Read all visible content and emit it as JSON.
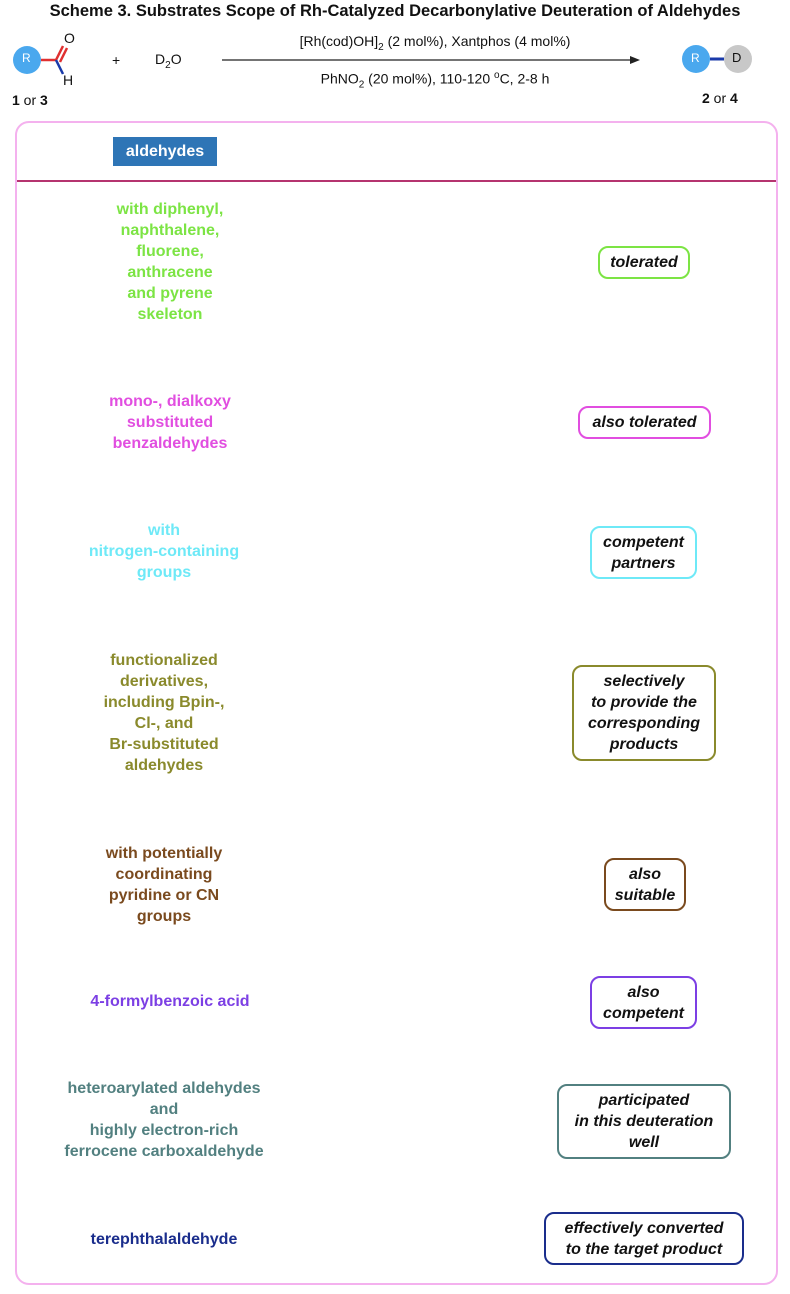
{
  "title": "Scheme 3. Substrates Scope of Rh-Catalyzed Decarbonylative Deuteration of Aldehydes",
  "scheme": {
    "r_label": "R",
    "o_label": "O",
    "h_label": "H",
    "plus": "+",
    "d2o": {
      "base": "D",
      "sub": "2",
      "tail": "O"
    },
    "conditions_top": {
      "a": "[Rh(cod)OH]",
      "a_sub": "2",
      "b": " (2 mol%), Xantphos (4 mol%)"
    },
    "conditions_bottom": {
      "a": "PhNO",
      "a_sub": "2",
      "b": " (20 mol%), 110-120 ",
      "deg": "o",
      "c": "C, 2-8 h"
    },
    "reactant": {
      "n1": "1",
      "or": " or ",
      "n2": "3"
    },
    "product": {
      "n1": "2",
      "or": " or ",
      "n2": "4"
    },
    "product_r": "R",
    "product_d": "D"
  },
  "table": {
    "header": "aldehydes",
    "rows": [
      {
        "substrate": "with diphenyl,\nnaphthalene,\nfluorene,\nanthracene\nand pyrene\nskeleton",
        "result": "tolerated",
        "color": "#7ce444"
      },
      {
        "substrate": "mono-, dialkoxy\nsubstituted\nbenzaldehydes",
        "result": "also tolerated",
        "color": "#e14ee0"
      },
      {
        "substrate": "with\nnitrogen-containing\ngroups",
        "result": "competent\npartners",
        "color": "#6ee9f7"
      },
      {
        "substrate": "functionalized\nderivatives,\nincluding Bpin-,\nCl-, and\nBr-substituted\naldehydes",
        "result": "selectively\nto provide the\ncorresponding\nproducts",
        "color": "#8a8a2c"
      },
      {
        "substrate": "with potentially\ncoordinating\npyridine or CN\ngroups",
        "result": "also\nsuitable",
        "color": "#7a4a1e"
      },
      {
        "substrate": "4-formylbenzoic acid",
        "result": "also\ncompetent",
        "color": "#7c3fe4"
      },
      {
        "substrate": "heteroarylated aldehydes\nand\nhighly electron-rich\nferrocene carboxaldehyde",
        "result": "participated\nin this deuteration\nwell",
        "color": "#528080"
      },
      {
        "substrate": "terephthalaldehyde",
        "result": "effectively converted\nto the target product",
        "color": "#1a2d8c"
      }
    ]
  }
}
